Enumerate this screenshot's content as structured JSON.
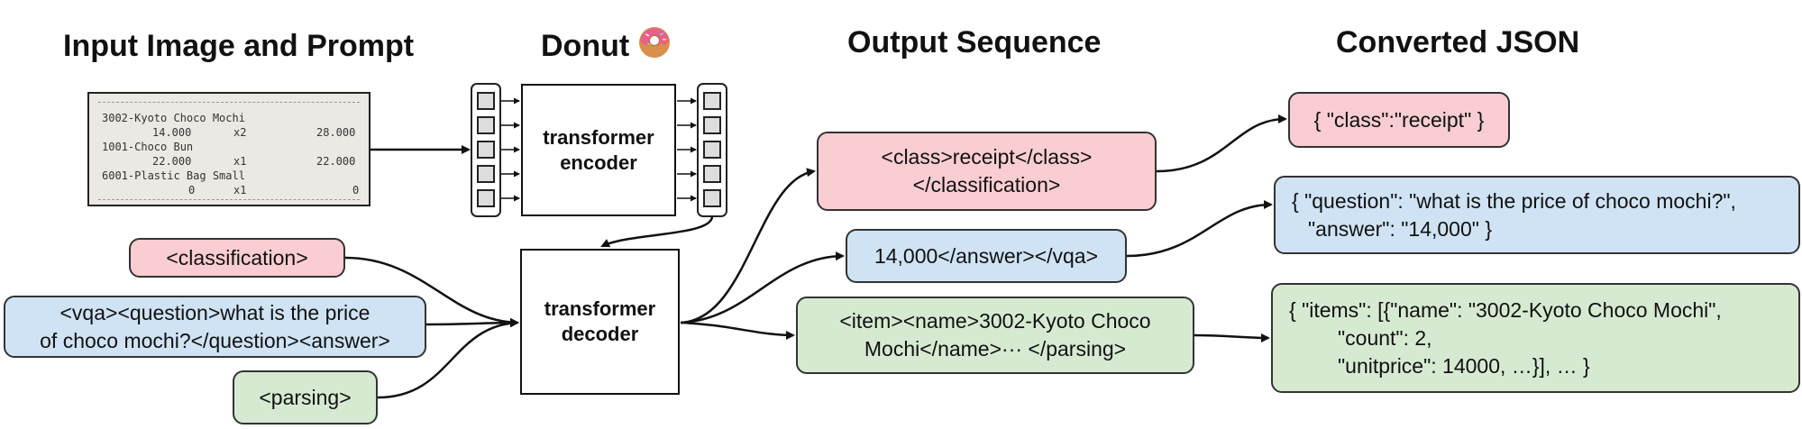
{
  "headings": {
    "input": "Input Image and Prompt",
    "donut": "Donut",
    "output": "Output Sequence",
    "json": "Converted JSON"
  },
  "donut_icon": "donut-icon",
  "receipt": {
    "lines": [
      {
        "text": "3002-Kyoto Choco Mochi"
      },
      {
        "text": "14.000",
        "mult": "x2",
        "total": "28.000"
      },
      {
        "text": "1001-Choco Bun"
      },
      {
        "text": "22.000",
        "mult": "x1",
        "total": "22.000"
      },
      {
        "text": "6001-Plastic Bag Small"
      },
      {
        "text": "0",
        "mult": "x1",
        "total": "0"
      }
    ]
  },
  "prompts": {
    "classification": "<classification>",
    "vqa_line1": "<vqa><question>what is the price",
    "vqa_line2": "of choco mochi?</question><answer>",
    "parsing": "<parsing>"
  },
  "model": {
    "encoder_line1": "transformer",
    "encoder_line2": "encoder",
    "decoder_line1": "transformer",
    "decoder_line2": "decoder"
  },
  "outputs": {
    "class_line1": "<class>receipt</class>",
    "class_line2": "</classification>",
    "vqa": "14,000</answer></vqa>",
    "parse_line1": "<item><name>3002-Kyoto Choco",
    "parse_line2": "Mochi</name>··· </parsing>"
  },
  "json_out": {
    "class": "{ \"class\":\"receipt\" }",
    "vqa_line1": "{ \"question\": \"what is the price of choco mochi?\",",
    "vqa_line2": "\"answer\": \"14,000\" }",
    "parse_line1": "{ \"items\": [{\"name\": \"3002-Kyoto Choco Mochi\",",
    "parse_line2": "\"count\": 2,",
    "parse_line3": "\"unitprice\": 14000, …}], … }"
  },
  "colors": {
    "classification": "#f9cdd1",
    "vqa": "#cfe3f4",
    "parsing": "#d6ead2"
  }
}
